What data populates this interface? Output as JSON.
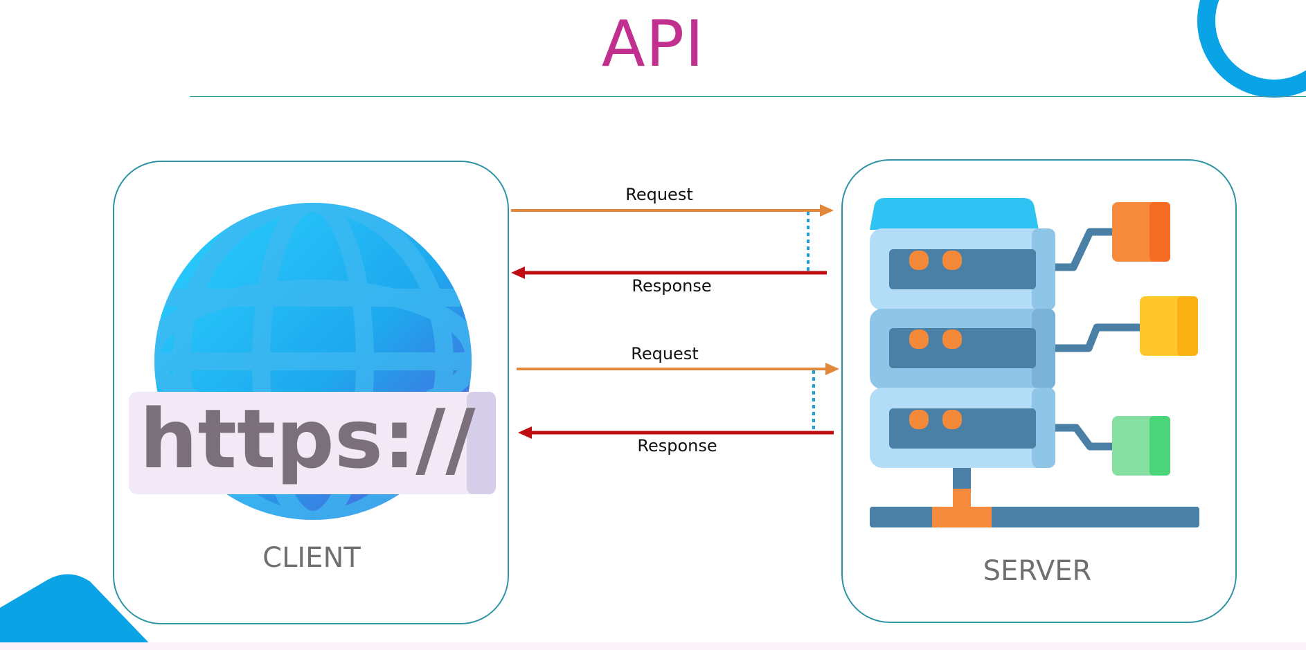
{
  "header": {
    "title": "API"
  },
  "client": {
    "label": "CLIENT",
    "url_text": "https://"
  },
  "server": {
    "label": "SERVER"
  },
  "flows": [
    {
      "request_label": "Request",
      "response_label": "Response"
    },
    {
      "request_label": "Request",
      "response_label": "Response"
    }
  ],
  "colors": {
    "title": "#c2308f",
    "accent_blue": "#0aa3e6",
    "panel_border": "#2f93a6",
    "request_arrow": "#e0893b",
    "response_arrow": "#c00d12",
    "dotted_line": "#1aa2d8",
    "client_caption": "#6f6f6f"
  },
  "icons": {
    "globe": "globe-icon",
    "server": "server-rack-icon"
  }
}
